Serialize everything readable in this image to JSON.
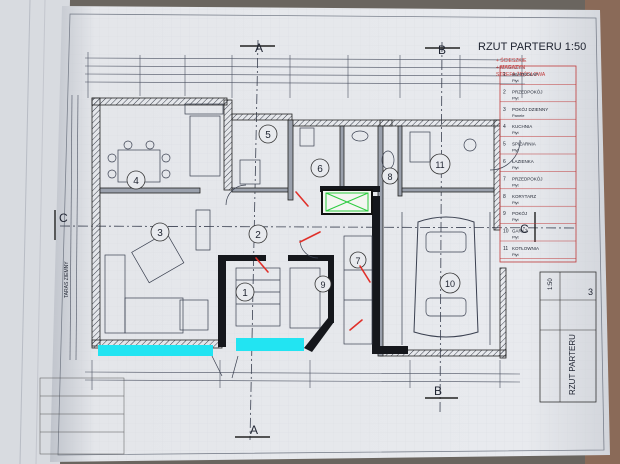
{
  "sheet": {
    "title": "RZUT PARTERU 1:50",
    "section_marks": {
      "a": "A",
      "b": "B",
      "c": "C"
    },
    "notes": [
      "+ ŚCIESZKIE",
      "+ MAGAZYN",
      "STREFA ŻRÓDŁOWA"
    ]
  },
  "rooms": [
    {
      "id": "room-1",
      "number": "1"
    },
    {
      "id": "room-2",
      "number": "2"
    },
    {
      "id": "room-3",
      "number": "3"
    },
    {
      "id": "room-4",
      "number": "4"
    },
    {
      "id": "room-5",
      "number": "5"
    },
    {
      "id": "room-6",
      "number": "6"
    },
    {
      "id": "room-7",
      "number": "7"
    },
    {
      "id": "room-8",
      "number": "8"
    },
    {
      "id": "room-9",
      "number": "9"
    },
    {
      "id": "room-10",
      "number": "10"
    },
    {
      "id": "room-11",
      "number": "11"
    }
  ],
  "room_table": {
    "rows": [
      {
        "num": "1",
        "name": "WIATROŁAP",
        "finish": "Płyt"
      },
      {
        "num": "2",
        "name": "PRZEDPOKÓJ",
        "finish": "Płyt"
      },
      {
        "num": "3",
        "name": "POKÓJ DZIENNY",
        "finish": "Panele"
      },
      {
        "num": "4",
        "name": "KUCHNIA",
        "finish": "Płyt"
      },
      {
        "num": "5",
        "name": "SPIŻARNIA",
        "finish": "Płyt"
      },
      {
        "num": "6",
        "name": "ŁAZIENKA",
        "finish": "Płyt"
      },
      {
        "num": "7",
        "name": "PRZEDPOKÓJ",
        "finish": "Płyt"
      },
      {
        "num": "8",
        "name": "KORYTARZ",
        "finish": "Płyt"
      },
      {
        "num": "9",
        "name": "POKÓJ",
        "finish": "Płyt"
      },
      {
        "num": "10",
        "name": "GARAŻ",
        "finish": "Płyt"
      },
      {
        "num": "11",
        "name": "KOTŁOWNIA",
        "finish": "Płyt"
      }
    ]
  },
  "title_block": {
    "drawing": "RZUT PARTERU",
    "scale": "1:50",
    "sheet_no": "3"
  },
  "side_label": "TARAS ZIEMNY",
  "colors": {
    "paper": "#e6e8ec",
    "line": "#283040",
    "wall": "#1a1d24",
    "highlight_cyan": "#22e4f2",
    "highlight_green": "#2ecc40",
    "red_mark": "#e0302a",
    "binder": "#5a6048"
  }
}
